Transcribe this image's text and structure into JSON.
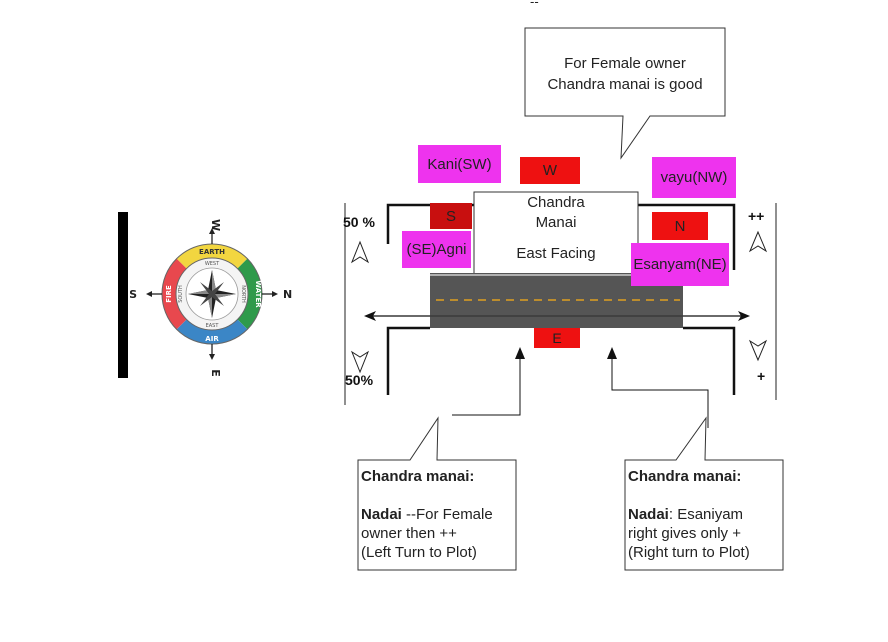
{
  "top_marker": "--",
  "compass": {
    "directions": {
      "west": "W",
      "north": "N",
      "south": "S",
      "east": "E"
    },
    "elements": {
      "earth": "EARTH",
      "water": "WATER",
      "air": "AIR",
      "fire": "FIRE"
    },
    "inner_ring": {
      "west": "WEST",
      "north": "NORTH",
      "east": "EAST",
      "south": "SOUTH"
    },
    "colors": {
      "earth": "#f2d640",
      "water": "#2f9a4b",
      "air": "#3b86c6",
      "fire": "#e8484e"
    }
  },
  "callout_top": {
    "line1": "For Female owner",
    "line2": "Chandra manai is good"
  },
  "plot": {
    "line1": "Chandra",
    "line2": "Manai",
    "facing": "East Facing"
  },
  "labels": {
    "kani": "Kani(SW)",
    "w": "W",
    "vayu": "vayu(NW)",
    "s": "S",
    "n": "N",
    "agni": "(SE)Agni",
    "esanyam": "Esanyam(NE)",
    "e": "E"
  },
  "percent_top": "50 %",
  "percent_bottom": "50%",
  "plus_top": "++",
  "plus_bottom": "+",
  "note_left": {
    "title": "Chandra manai:",
    "bold": "Nadai",
    "rest1": " --For Female",
    "rest2": "owner then ++",
    "rest3": "(Left Turn to Plot)"
  },
  "note_right": {
    "title": "Chandra manai:",
    "bold": "Nadai",
    "rest1": ": Esaniyam",
    "rest2": "right gives only +",
    "rest3": "(Right  turn to Plot)"
  },
  "colors": {
    "label_red": "#ee1111",
    "label_darkred": "#c80f0f",
    "label_magenta": "#ee33ee",
    "road": "#555555",
    "road_dash": "#e0a020"
  }
}
